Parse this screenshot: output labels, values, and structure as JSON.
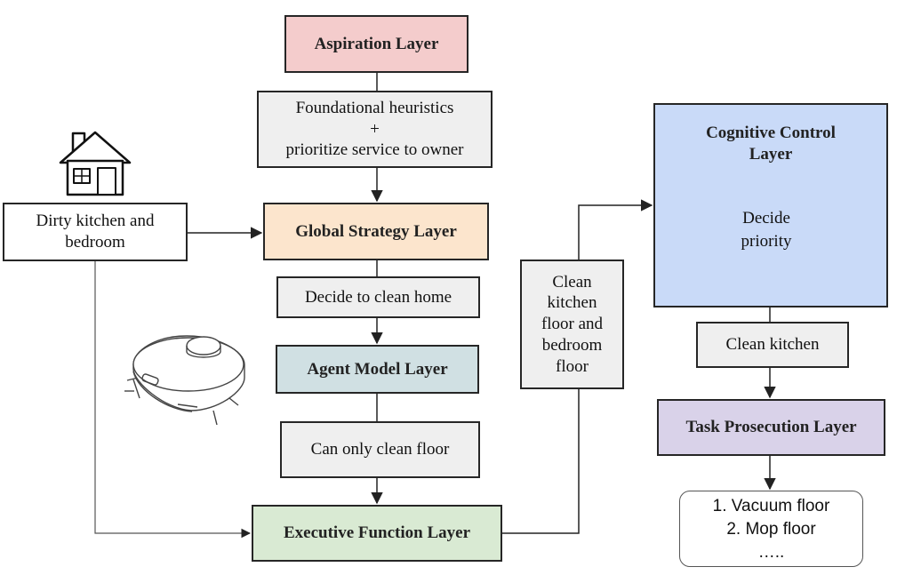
{
  "layers": {
    "aspiration": "Aspiration Layer",
    "global_strategy": "Global Strategy Layer",
    "agent_model": "Agent Model Layer",
    "executive_function": "Executive Function Layer",
    "cognitive_control": "Cognitive Control Layer",
    "task_prosecution": "Task Prosecution Layer"
  },
  "notes": {
    "heuristics_line1": "Foundational heuristics",
    "heuristics_line2": "+",
    "heuristics_line3": "prioritize service to owner",
    "dirty_line1": "Dirty kitchen and",
    "dirty_line2": "bedroom",
    "decide_clean": "Decide to clean home",
    "only_floor": "Can only clean floor",
    "clean_floors": [
      "Clean",
      "kitchen",
      "floor and",
      "bedroom",
      "floor"
    ],
    "decide_priority_line1": "Decide",
    "decide_priority_line2": "priority",
    "clean_kitchen": "Clean kitchen"
  },
  "task_list": [
    "1. Vacuum floor",
    "2. Mop floor",
    "….."
  ],
  "icons": {
    "house": "house-icon",
    "robot": "robot-vacuum-icon"
  },
  "colors": {
    "aspiration": "#f4cccc",
    "global_strategy": "#fce5cd",
    "agent_model": "#d0e0e3",
    "executive_function": "#d9ead3",
    "cognitive_control": "#c9daf8",
    "task_prosecution": "#d9d2e9",
    "note": "#efefef"
  }
}
